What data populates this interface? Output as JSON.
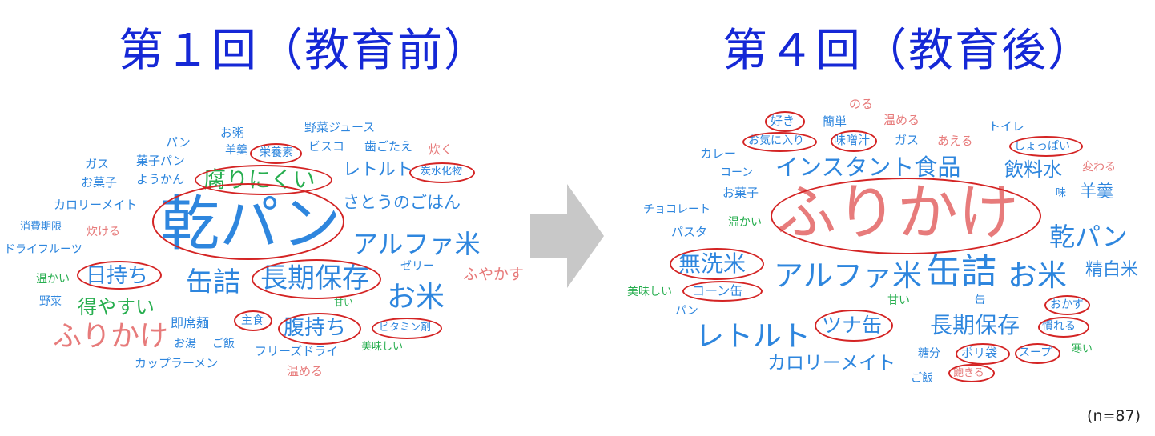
{
  "left": {
    "title": "第１回（教育前）",
    "words": {
      "kanpan": "乾パン",
      "chouki_hozon": "長期保存",
      "kanzume": "缶詰",
      "okome": "お米",
      "alpha_mai": "アルファ米",
      "kusarinikui": "腐りにくい",
      "hi_mochi": "日持ち",
      "hara_mochi": "腹持ち",
      "furikake": "ふりかけ",
      "eyasui": "得やすい",
      "retort": "レトルト",
      "satou_gohan": "さとうのごはん",
      "yasai_juice": "野菜ジュース",
      "okayu": "お粥",
      "pan": "パン",
      "eiyouso": "栄養素",
      "biscuit": "ビスコ",
      "hagotae": "歯ごたえ",
      "taku": "炊く",
      "tansuikabutsu": "炭水化物",
      "gas": "ガス",
      "kashipan": "菓子パン",
      "youkan_s": "羊羹",
      "okashi": "お菓子",
      "youkan": "ようかん",
      "calorie_mate": "カロリーメイト",
      "shouhi_kigen": "消費期限",
      "takeru": "炊ける",
      "dry_fruits": "ドライフルーツ",
      "jelly": "ゼリー",
      "fuyakasu": "ふやかす",
      "atatakai": "温かい",
      "yasai": "野菜",
      "amai": "甘い",
      "sokuseki_men": "即席麺",
      "shushoku": "主食",
      "vitamin": "ビタミン剤",
      "oyu": "お湯",
      "gohan": "ご飯",
      "freeze_dry": "フリーズドライ",
      "oishii": "美味しい",
      "cup_ramen": "カップラーメン",
      "atatameru": "温める"
    }
  },
  "right": {
    "title": "第４回（教育後）",
    "words": {
      "furikake": "ふりかけ",
      "instant": "インスタント食品",
      "alpha_mai": "アルファ米",
      "kanzume": "缶詰",
      "okome": "お米",
      "kanpan": "乾パン",
      "retort": "レトルト",
      "chouki_hozon": "長期保存",
      "calorie_mate": "カロリーメイト",
      "musenmai": "無洗米",
      "tuna": "ツナ缶",
      "inryousui": "飲料水",
      "youkan": "羊羹",
      "seihakumai": "精白米",
      "noru": "のる",
      "suki": "好き",
      "kantan": "簡単",
      "atatameru": "温める",
      "toilet": "トイレ",
      "okiniiri": "お気に入り",
      "misoshiru": "味噌汁",
      "gas": "ガス",
      "aeru": "あえる",
      "shoppai": "しょっぱい",
      "curry": "カレー",
      "kawaru": "変わる",
      "corn": "コーン",
      "aji": "味",
      "okashi": "お菓子",
      "chocolate": "チョコレート",
      "atatakai": "温かい",
      "pasta": "パスタ",
      "oishii": "美味しい",
      "corn_can": "コーン缶",
      "amai": "甘い",
      "kan": "缶",
      "okazu": "おかず",
      "pan": "パン",
      "nareru": "慣れる",
      "toubun": "糖分",
      "polybag": "ポリ袋",
      "soup": "スープ",
      "samui": "寒い",
      "gohan": "ご飯",
      "akiru": "飽きる"
    }
  },
  "note": "(n=87)",
  "colors": {
    "title": "#1528d6",
    "blue": "#2e86de",
    "red": "#e77b7b",
    "green": "#27ae4f",
    "ring": "#d42424",
    "arrow": "#c8c8c8"
  }
}
